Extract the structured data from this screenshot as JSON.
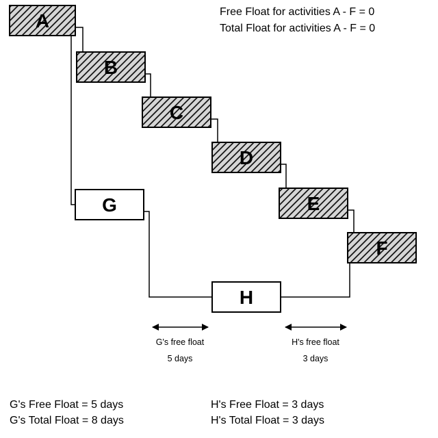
{
  "notes": {
    "free_float_note": "Free Float for activities A - F = 0",
    "total_float_note": "Total Float for activities A - F = 0"
  },
  "activities": {
    "a": "A",
    "b": "B",
    "c": "C",
    "d": "D",
    "e": "E",
    "f": "F",
    "g": "G",
    "h": "H"
  },
  "float_markers": {
    "g": {
      "label": "G's free float",
      "duration": "5 days"
    },
    "h": {
      "label": "H's free float",
      "duration": "3 days"
    }
  },
  "summary": {
    "g_free_float": "G's Free Float = 5 days",
    "g_total_float": "G's Total Float = 8 days",
    "h_free_float": "H's Free Float = 3 days",
    "h_total_float": "H's Total Float = 3 days"
  },
  "colors": {
    "box_fill_hatched": "#d6d6d6",
    "box_fill_plain": "#ffffff",
    "stroke": "#000000",
    "background": "#ffffff"
  }
}
